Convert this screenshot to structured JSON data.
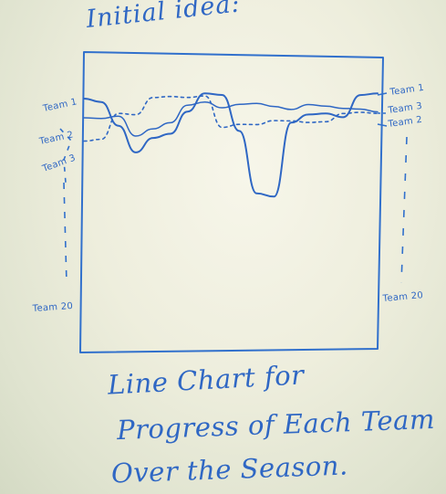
{
  "heading": "Initial idea:",
  "caption": {
    "line1": "Line Chart for",
    "line2": "Progress of Each Team",
    "line3": "Over the Season."
  },
  "left_labels": {
    "team1": "Team 1",
    "team2": "Team 2",
    "team3": "Team 3",
    "team20": "Team 20"
  },
  "right_labels": {
    "team1": "Team 1",
    "team3": "Team 3",
    "team2": "Team 2",
    "team20": "Team 20"
  },
  "colors": {
    "ink": "#2f67c4"
  },
  "chart_data": {
    "type": "line",
    "title": "",
    "xlabel": "",
    "ylabel": "",
    "note": "hand-drawn sketch; values are rank positions (1 = top) estimated across the season",
    "series": [
      {
        "name": "Team 1",
        "style": "solid",
        "values": [
          1.2,
          1.3,
          2.4,
          3.6,
          2.9,
          2.7,
          1.8,
          1.0,
          1.0,
          2.6,
          5.4,
          5.5,
          2.2,
          1.9,
          1.9,
          2.0,
          1.0,
          1.0
        ]
      },
      {
        "name": "Team 2",
        "style": "solid-thin",
        "values": [
          2.0,
          2.1,
          2.0,
          2.8,
          2.5,
          2.3,
          1.5,
          1.3,
          1.6,
          1.5,
          1.4,
          1.5,
          1.7,
          1.5,
          1.5,
          1.6,
          1.7,
          1.8
        ]
      },
      {
        "name": "Team 3",
        "style": "dashed",
        "values": [
          3.1,
          3.0,
          1.8,
          1.9,
          1.2,
          1.1,
          1.1,
          1.1,
          2.5,
          2.3,
          2.3,
          2.2,
          2.2,
          2.2,
          2.2,
          1.9,
          1.8,
          1.8
        ]
      }
    ]
  }
}
